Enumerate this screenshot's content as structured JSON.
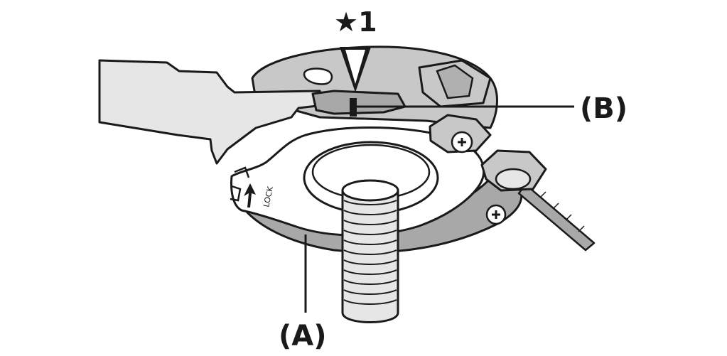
{
  "labels": {
    "star_callout": "★1",
    "part_b": "(B)",
    "part_a": "(A)",
    "lock_marking": "LOCK"
  },
  "colors": {
    "outline": "#1a1a1a",
    "part_fill": "#c8c8c8",
    "dark_part_fill": "#a8a8a8",
    "light_part_fill": "#e6e6e6",
    "white_part_fill": "#ffffff"
  }
}
